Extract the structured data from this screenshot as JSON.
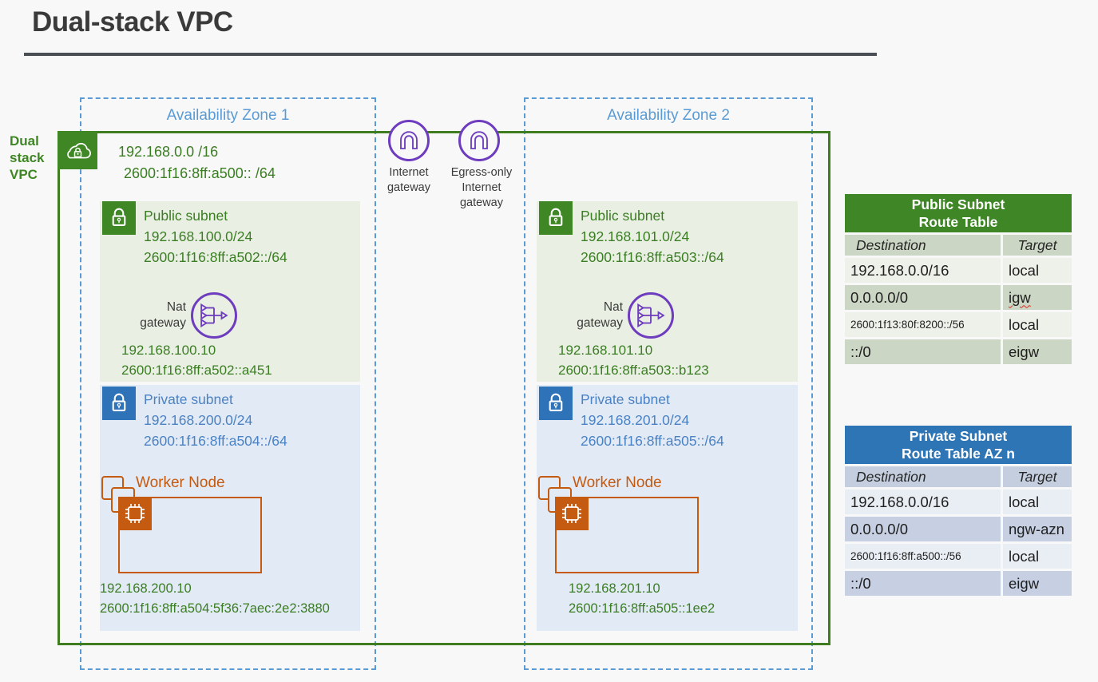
{
  "title": "Dual-stack VPC",
  "vpc": {
    "label": "Dual\nstack\nVPC",
    "cidr4": "192.168.0.0 /16",
    "cidr6": "2600:1f16:8ff:a500:: /64"
  },
  "gateways": {
    "internet": "Internet\ngateway",
    "egress_only": "Egress-only\nInternet\ngateway"
  },
  "azs": [
    {
      "label": "Availability Zone 1",
      "public": {
        "title": "Public subnet",
        "cidr4": "192.168.100.0/24",
        "cidr6": "2600:1f16:8ff:a502::/64",
        "nat_label": "Nat\ngateway",
        "nat_ip4": "192.168.100.10",
        "nat_ip6": "2600:1f16:8ff:a502::a451"
      },
      "private": {
        "title": "Private subnet",
        "cidr4": "192.168.200.0/24",
        "cidr6": "2600:1f16:8ff:a504::/64",
        "worker_label": "Worker Node",
        "ip4": "192.168.200.10",
        "ip6": "2600:1f16:8ff:a504:5f36:7aec:2e2:3880"
      }
    },
    {
      "label": "Availability Zone 2",
      "public": {
        "title": "Public subnet",
        "cidr4": "192.168.101.0/24",
        "cidr6": "2600:1f16:8ff:a503::/64",
        "nat_label": "Nat\ngateway",
        "nat_ip4": "192.168.101.10",
        "nat_ip6": "2600:1f16:8ff:a503::b123"
      },
      "private": {
        "title": "Private subnet",
        "cidr4": "192.168.201.0/24",
        "cidr6": "2600:1f16:8ff:a505::/64",
        "worker_label": "Worker Node",
        "ip4": "192.168.201.10",
        "ip6": "2600:1f16:8ff:a505::1ee2"
      }
    }
  ],
  "route_tables": [
    {
      "title": "Public Subnet\nRoute Table",
      "col_destination": "Destination",
      "col_target": "Target",
      "rows": [
        {
          "destination": "192.168.0.0/16",
          "target": "local"
        },
        {
          "destination": "0.0.0.0/0",
          "target": "igw"
        },
        {
          "destination": "2600:1f13:80f:8200::/56",
          "target": "local"
        },
        {
          "destination": "::/0",
          "target": "eigw"
        }
      ]
    },
    {
      "title": "Private Subnet\nRoute Table AZ n",
      "col_destination": "Destination",
      "col_target": "Target",
      "rows": [
        {
          "destination": "192.168.0.0/16",
          "target": "local"
        },
        {
          "destination": "0.0.0.0/0",
          "target": "ngw-azn"
        },
        {
          "destination": "2600:1f16:8ff:a500::/56",
          "target": "local"
        },
        {
          "destination": "::/0",
          "target": "eigw"
        }
      ]
    }
  ],
  "colors": {
    "green": "#3F8624",
    "green_text": "#3B7D23",
    "light_green": "#E9F0E3",
    "blue": "#2E73B8",
    "blue_text": "#4A82C4",
    "light_blue": "#E2EAF5",
    "az_blue": "#5B9BD5",
    "purple": "#6E3CBE",
    "orange": "#C55A11",
    "table_header_green": "#3E8626",
    "table_header_blue": "#2E75B6"
  }
}
